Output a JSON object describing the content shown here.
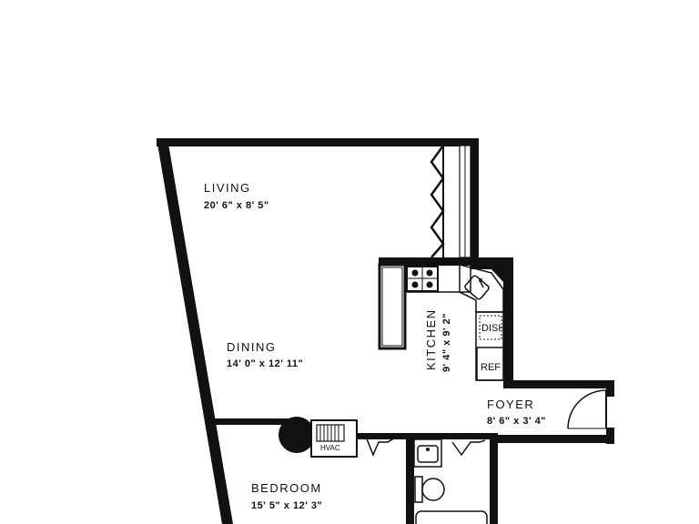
{
  "rooms": {
    "living": {
      "name": "LIVING",
      "dims": "20' 6\" x 8' 5\""
    },
    "dining": {
      "name": "DINING",
      "dims": "14' 0\" x 12' 11\""
    },
    "kitchen": {
      "name": "KITCHEN",
      "dims": "9' 4\" x 9' 2\""
    },
    "foyer": {
      "name": "FOYER",
      "dims": "8' 6\" x 3' 4\""
    },
    "bedroom": {
      "name": "BEDROOM",
      "dims": "15' 5\" x 12' 3\""
    }
  },
  "fixtures": {
    "dishwasher": "DISH",
    "refrigerator": "REF",
    "hvac": "HVAC"
  },
  "colors": {
    "wall": "#111111",
    "background": "#ffffff"
  }
}
